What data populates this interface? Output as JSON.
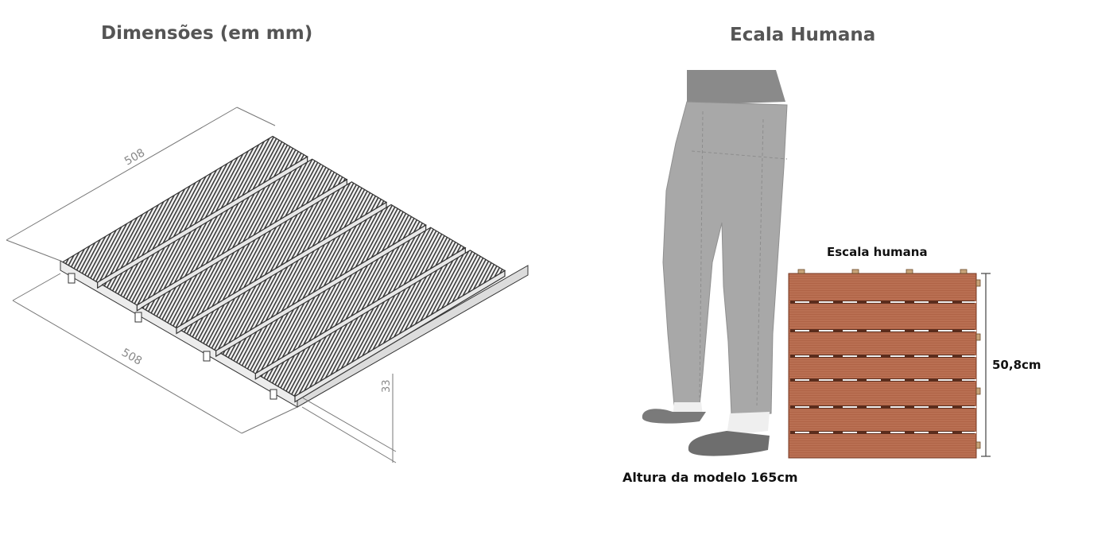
{
  "left_panel": {
    "title": "Dimensões (em mm)",
    "dimensions": {
      "length": "508",
      "width": "508",
      "height": "33"
    }
  },
  "right_panel": {
    "title": "Ecala Humana",
    "scale_label": "Escala humana",
    "model_height_label": "Altura da modelo 165cm",
    "tile_size_label": "50,8cm"
  },
  "colors": {
    "title_gray": "#555555",
    "line_dark": "#333333",
    "pants_gray": "#a6a6a6",
    "shirt_gray": "#8a8a8a",
    "wood_light": "#b96a4c",
    "wood_dark": "#8f4a33"
  }
}
